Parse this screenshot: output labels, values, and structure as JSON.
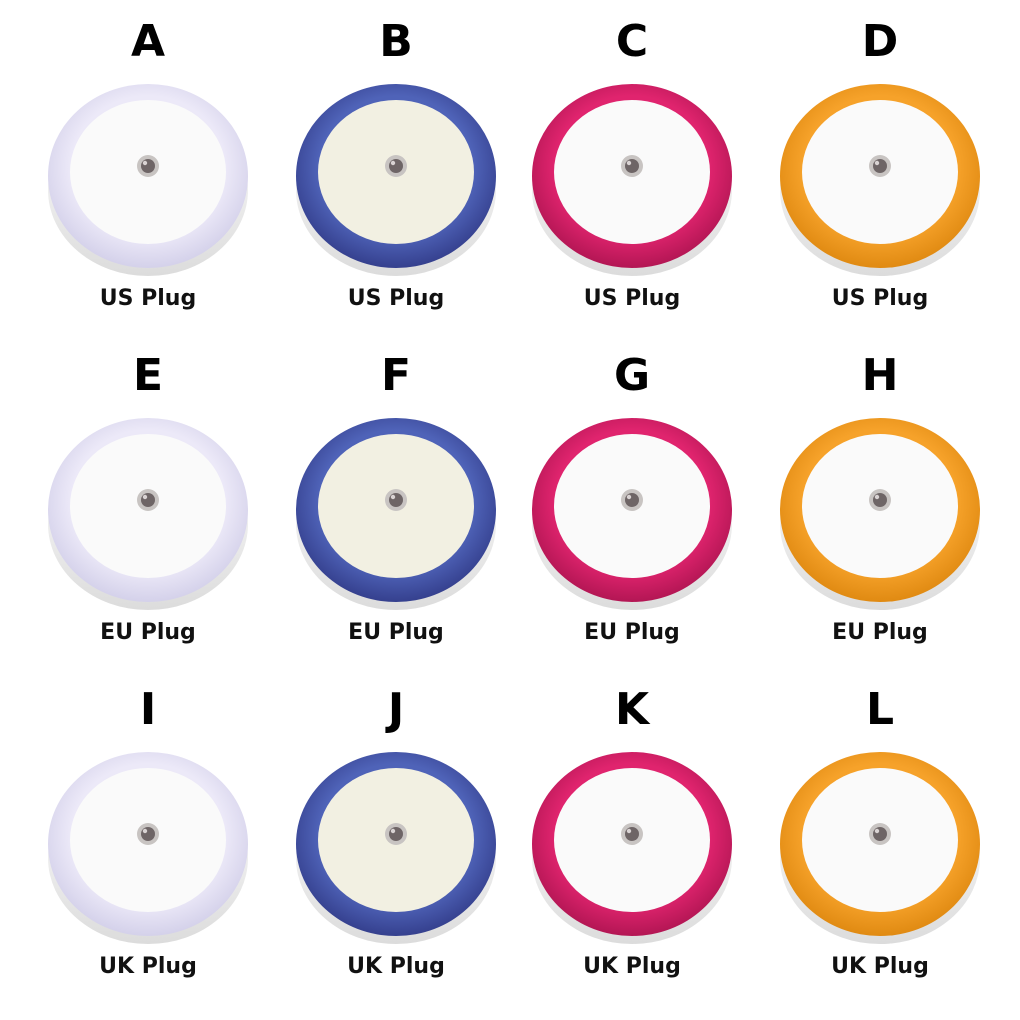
{
  "variants": [
    {
      "letter": "A",
      "plug": "US Plug",
      "ring_color": "#ece9f8",
      "ring_shade": "#d4d1ea",
      "face_color": "#fafafa"
    },
    {
      "letter": "B",
      "plug": "US Plug",
      "ring_color": "#4f63b8",
      "ring_shade": "#35408e",
      "face_color": "#f2f0e2"
    },
    {
      "letter": "C",
      "plug": "US Plug",
      "ring_color": "#e0246e",
      "ring_shade": "#b31654",
      "face_color": "#fafafa"
    },
    {
      "letter": "D",
      "plug": "US Plug",
      "ring_color": "#f6a22a",
      "ring_shade": "#e08a12",
      "face_color": "#fafafa"
    },
    {
      "letter": "E",
      "plug": "EU Plug",
      "ring_color": "#ece9f8",
      "ring_shade": "#d4d1ea",
      "face_color": "#fafafa"
    },
    {
      "letter": "F",
      "plug": "EU Plug",
      "ring_color": "#4f63b8",
      "ring_shade": "#35408e",
      "face_color": "#f2f0e2"
    },
    {
      "letter": "G",
      "plug": "EU Plug",
      "ring_color": "#e0246e",
      "ring_shade": "#b31654",
      "face_color": "#fafafa"
    },
    {
      "letter": "H",
      "plug": "EU Plug",
      "ring_color": "#f6a22a",
      "ring_shade": "#e08a12",
      "face_color": "#fafafa"
    },
    {
      "letter": "I",
      "plug": "UK Plug",
      "ring_color": "#ece9f8",
      "ring_shade": "#d4d1ea",
      "face_color": "#fafafa"
    },
    {
      "letter": "J",
      "plug": "UK Plug",
      "ring_color": "#4f63b8",
      "ring_shade": "#35408e",
      "face_color": "#f2f0e2"
    },
    {
      "letter": "K",
      "plug": "UK Plug",
      "ring_color": "#e0246e",
      "ring_shade": "#b31654",
      "face_color": "#fafafa"
    },
    {
      "letter": "L",
      "plug": "UK Plug",
      "ring_color": "#f6a22a",
      "ring_shade": "#e08a12",
      "face_color": "#fafafa"
    }
  ]
}
